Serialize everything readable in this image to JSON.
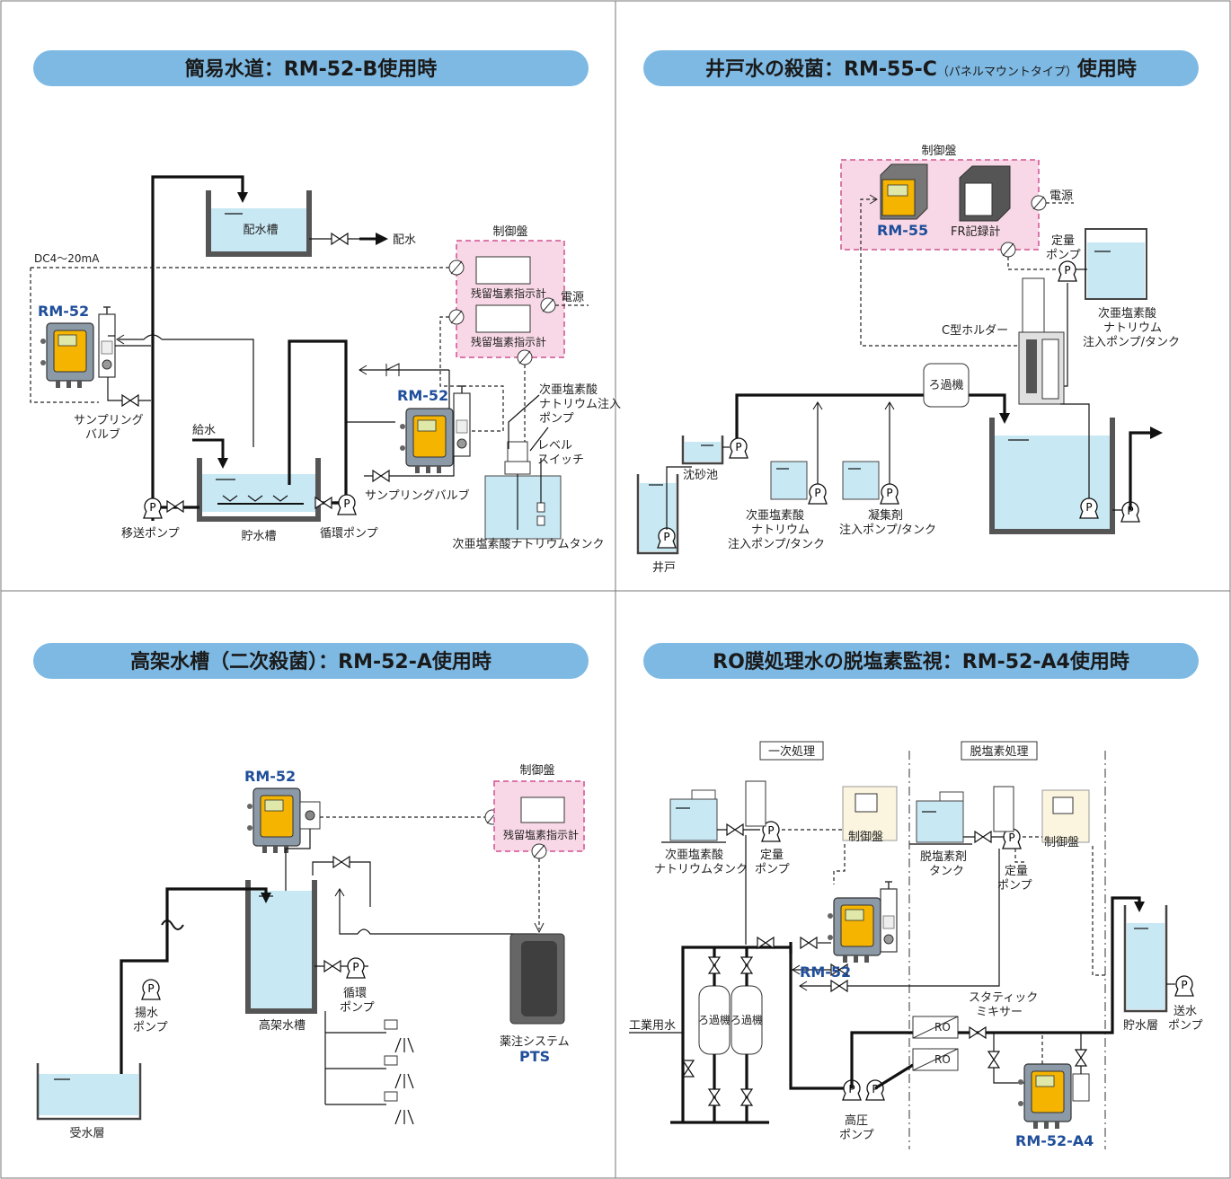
{
  "panels": [
    {
      "title": "簡易水道：RM-52-B使用時"
    },
    {
      "title": "井戸水の殺菌：RM-55-C",
      "title_small": "（パネルマウントタイプ）",
      "title_end": "使用時"
    },
    {
      "title": "高架水槽（二次殺菌）：RM-52-A使用時"
    },
    {
      "title": "RO膜処理水の脱塩素監視：RM-52-A4使用時"
    }
  ],
  "p1": {
    "distribution_tank": "配水槽",
    "distribution": "配水",
    "signal": "DC4～20mA",
    "control_panel": "制御盤",
    "indicator1": "残留塩素指示計",
    "indicator2": "残留塩素指示計",
    "power": "電源",
    "device1": "RM-52",
    "device2": "RM-52",
    "sampling_valve1": "サンプリング",
    "sampling_valve1b": "バルブ",
    "feed_water": "給水",
    "pump_mark": "P",
    "hypo_pump1": "次亜塩素酸",
    "hypo_pump2": "ナトリウム注入",
    "hypo_pump3": "ポンプ",
    "level_switch1": "レベル",
    "level_switch2": "スイッチ",
    "sampling_valve2": "サンプリングバルブ",
    "transfer_pump": "移送ポンプ",
    "storage_tank": "貯水槽",
    "circulation_pump": "循環ポンプ",
    "hypo_tank": "次亜塩素酸ナトリウムタンク"
  },
  "p2": {
    "control_panel": "制御盤",
    "device": "RM-55",
    "recorder": "FR記録計",
    "power": "電源",
    "metering_pump1": "定量",
    "metering_pump2": "ポンプ",
    "hypo1": "次亜塩素酸",
    "hypo2": "ナトリウム",
    "hypo3": "注入ポンプ/タンク",
    "holder": "C型ホルダー",
    "filter": "ろ過機",
    "settling": "沈砂池",
    "hypo_b1": "次亜塩素酸",
    "hypo_b2": "ナトリウム",
    "hypo_b3": "注入ポンプ/タンク",
    "coag1": "凝集剤",
    "coag2": "注入ポンプ/タンク",
    "well": "井戸",
    "pump_mark": "P"
  },
  "p3": {
    "device": "RM-52",
    "control_panel": "制御盤",
    "indicator": "残留塩素指示計",
    "elevated_tank": "高架水槽",
    "circ1": "循環",
    "circ2": "ポンプ",
    "lift1": "揚水",
    "lift2": "ポンプ",
    "receiving_tank": "受水層",
    "pts1": "薬注システム",
    "pts2": "PTS",
    "pump_mark": "P"
  },
  "p4": {
    "primary": "一次処理",
    "dechlor": "脱塩素処理",
    "hypo_tank1": "次亜塩素酸",
    "hypo_tank2": "ナトリウムタンク",
    "metering1": "定量",
    "metering2": "ポンプ",
    "control1": "制御盤",
    "dechlor_tank1": "脱塩素剤",
    "dechlor_tank2": "タンク",
    "metering_b1": "定量",
    "metering_b2": "ポンプ",
    "control2": "制御盤",
    "device1": "RM-52",
    "static1": "スタティック",
    "static2": "ミキサー",
    "ro1": "RO",
    "ro2": "RO",
    "storage": "貯水層",
    "send1": "送水",
    "send2": "ポンプ",
    "filter1": "ろ過機",
    "filter2": "ろ過機",
    "industrial": "工業用水",
    "hp1": "高圧",
    "hp2": "ポンプ",
    "device2": "RM-52-A4",
    "pump_mark": "P"
  }
}
